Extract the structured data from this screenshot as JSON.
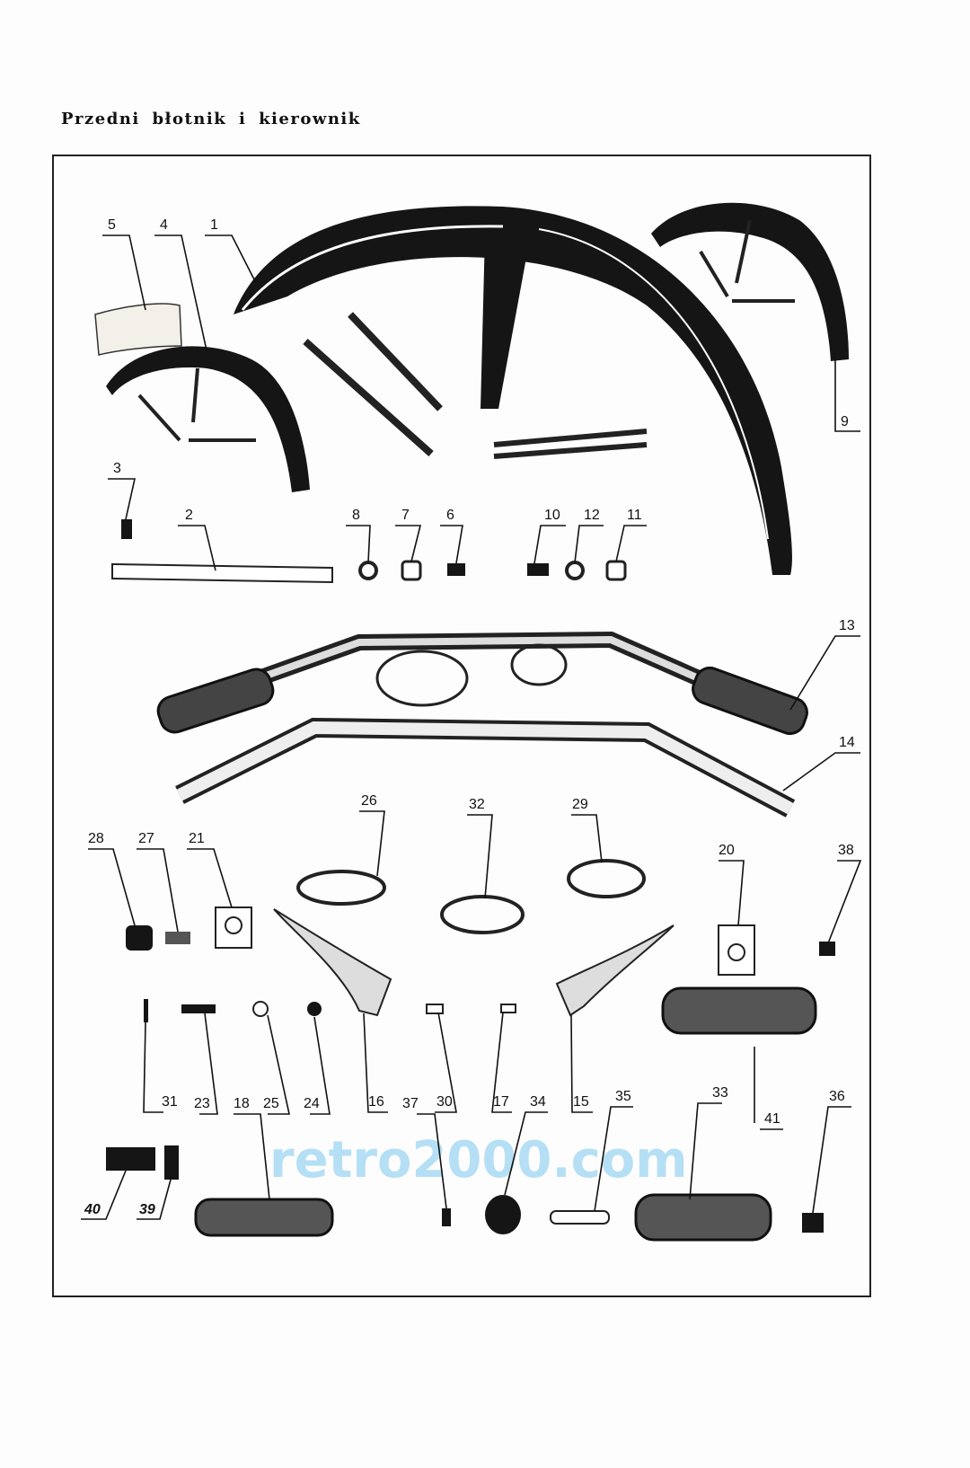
{
  "title": "Przedni błotnik i kierownik",
  "watermark": "retro2000.com",
  "part_labels": [
    "1",
    "2",
    "3",
    "4",
    "5",
    "6",
    "7",
    "8",
    "9",
    "10",
    "11",
    "12",
    "13",
    "14",
    "15",
    "16",
    "17",
    "18",
    "20",
    "21",
    "23",
    "24",
    "25",
    "26",
    "27",
    "28",
    "29",
    "30",
    "31",
    "32",
    "33",
    "34",
    "35",
    "36",
    "37",
    "38",
    "39",
    "40",
    "41"
  ]
}
